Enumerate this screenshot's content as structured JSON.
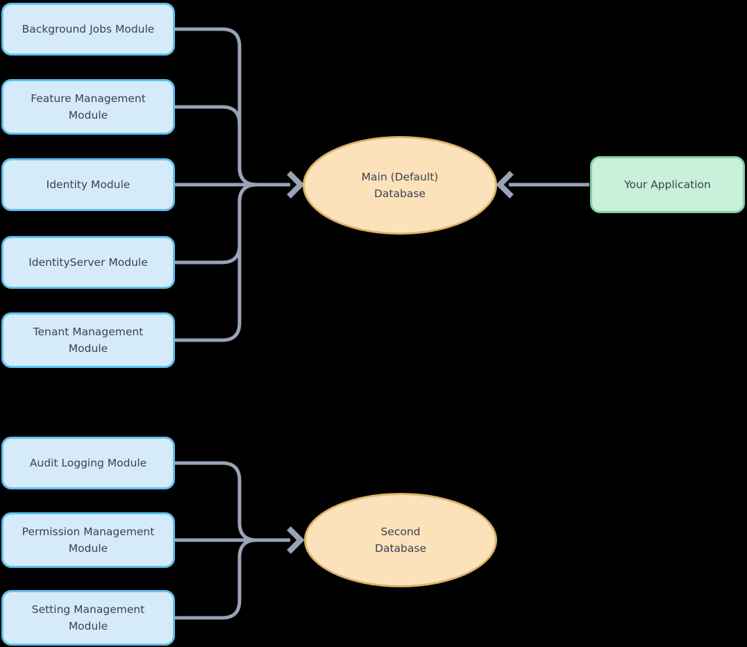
{
  "diagram": {
    "background_color": "#000000",
    "colors": {
      "module_fill": "#d5ebfa",
      "module_border": "#5ec1f0",
      "database_fill": "#fbe2bb",
      "database_border": "#dcb369",
      "application_fill": "#c9f0da",
      "application_border": "#82d3a7",
      "connector": "#99a3b7",
      "text": "#3a4152"
    },
    "top_group": {
      "modules": [
        {
          "label": "Background Jobs Module",
          "lines": [
            "Background Jobs Module"
          ]
        },
        {
          "label": "Feature Management Module",
          "lines": [
            "Feature Management",
            "Module"
          ]
        },
        {
          "label": "Identity Module",
          "lines": [
            "Identity Module"
          ]
        },
        {
          "label": "IdentityServer Module",
          "lines": [
            "IdentityServer Module"
          ]
        },
        {
          "label": "Tenant Management Module",
          "lines": [
            "Tenant Management",
            "Module"
          ]
        }
      ],
      "database": {
        "label": "Main (Default) Database",
        "lines": [
          "Main (Default)",
          "Database"
        ]
      },
      "application": {
        "label": "Your Application"
      }
    },
    "bottom_group": {
      "modules": [
        {
          "label": "Audit Logging Module",
          "lines": [
            "Audit Logging Module"
          ]
        },
        {
          "label": "Permission Management Module",
          "lines": [
            "Permission Management",
            "Module"
          ]
        },
        {
          "label": "Setting Management Module",
          "lines": [
            "Setting Management",
            "Module"
          ]
        }
      ],
      "database": {
        "label": "Second Database",
        "lines": [
          "Second",
          "Database"
        ]
      }
    }
  }
}
